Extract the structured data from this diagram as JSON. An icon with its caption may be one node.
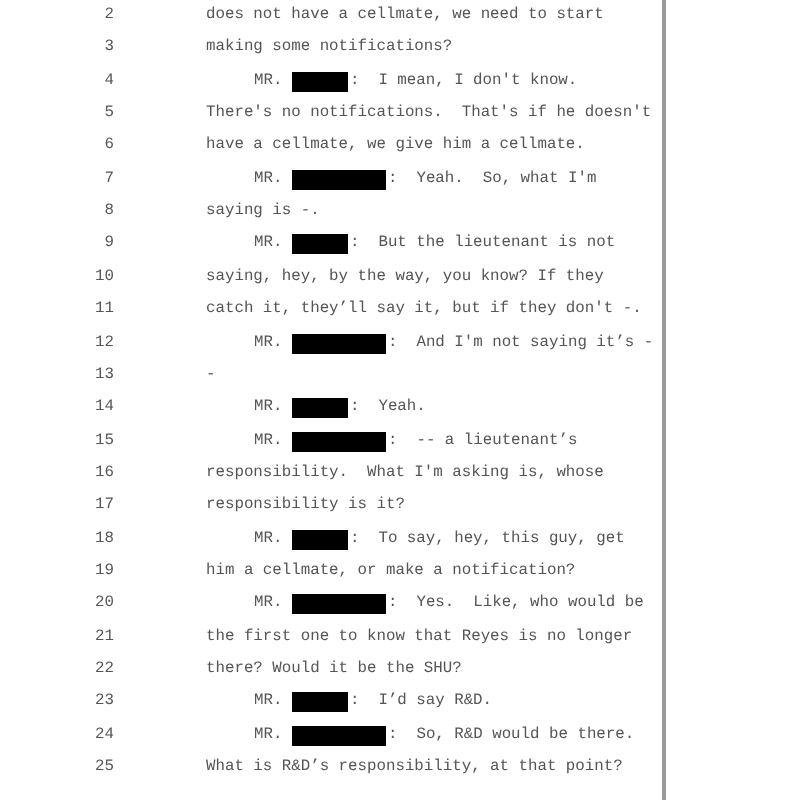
{
  "diagram": {
    "labels": [
      "2",
      "does not have a cellmate, we need to start",
      "3",
      "making some notifications?",
      "4",
      "MR.",
      ":  I mean, I don't know.",
      "5",
      "There's no notifications.  That's if he doesn't",
      "6",
      "have a cellmate, we give him a cellmate.",
      "7",
      "MR.",
      ":  Yeah.  So, what I'm",
      "8",
      "saying is -.",
      "9",
      "MR.",
      ":  But the lieutenant is not",
      "10",
      "saying, hey, by the way, you know? If they",
      "11",
      "catch it, they’ll say it, but if they don't -.",
      "12",
      "MR.",
      ":  And I'm not saying it’s -",
      "13",
      "-",
      "14",
      "MR.",
      ":  Yeah.",
      "15",
      "MR.",
      ":  -- a lieutenant’s",
      "16",
      "responsibility.  What I'm asking is, whose",
      "17",
      "responsibility is it?",
      "18",
      "MR.",
      ":  To say, hey, this guy, get",
      "19",
      "him a cellmate, or make a notification?",
      "20",
      "MR.",
      ":  Yes.  Like, who would be",
      "21",
      "the first one to know that Reyes is no longer",
      "22",
      "there? Would it be the SHU?",
      "23",
      "MR.",
      ":  I’d say R&D.",
      "24",
      "MR.",
      ":  So, R&D would be there.",
      "25",
      "What is R&D’s responsibility, at that point?"
    ]
  }
}
